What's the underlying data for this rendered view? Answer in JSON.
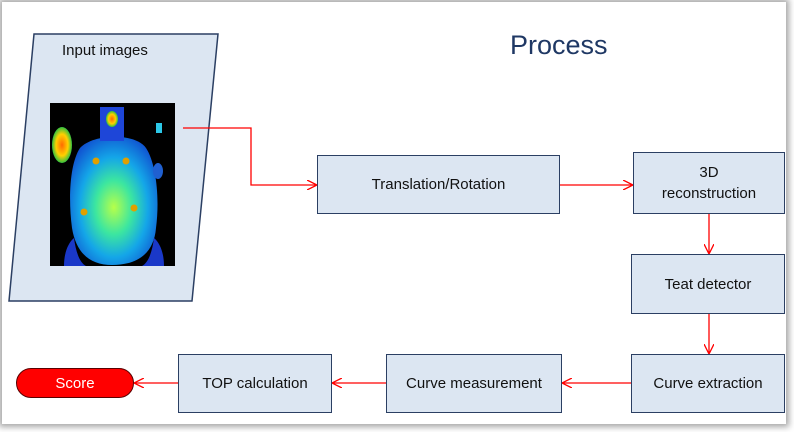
{
  "diagram": {
    "title": "Process",
    "input_label": "Input images",
    "steps": {
      "translation": "Translation/Rotation",
      "reconstruction_line1": "3D",
      "reconstruction_line2": "reconstruction",
      "teat_detector": "Teat detector",
      "curve_extraction": "Curve extraction",
      "curve_measurement": "Curve measurement",
      "top_calculation": "TOP calculation",
      "score": "Score"
    },
    "colors": {
      "box_fill": "#dce6f2",
      "box_border": "#2b3f63",
      "arrow": "#ff0000",
      "title": "#1f3864",
      "score_fill": "#ff0000"
    }
  }
}
